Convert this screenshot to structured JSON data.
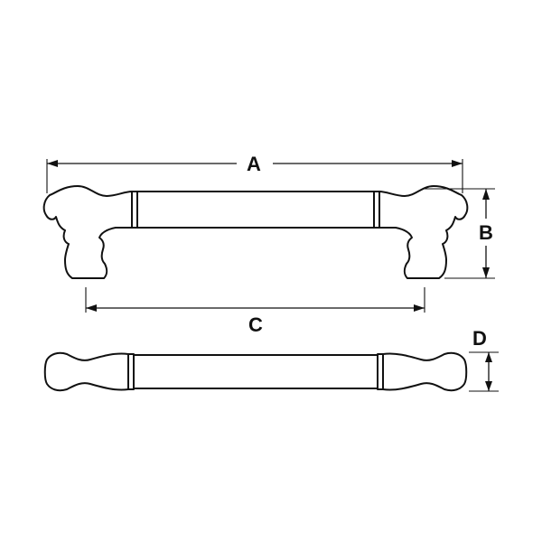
{
  "dimensions": {
    "a": {
      "label": "A"
    },
    "b": {
      "label": "B"
    },
    "c": {
      "label": "C"
    },
    "d": {
      "label": "D"
    }
  },
  "colors": {
    "line": "#111111",
    "background": "#ffffff"
  }
}
